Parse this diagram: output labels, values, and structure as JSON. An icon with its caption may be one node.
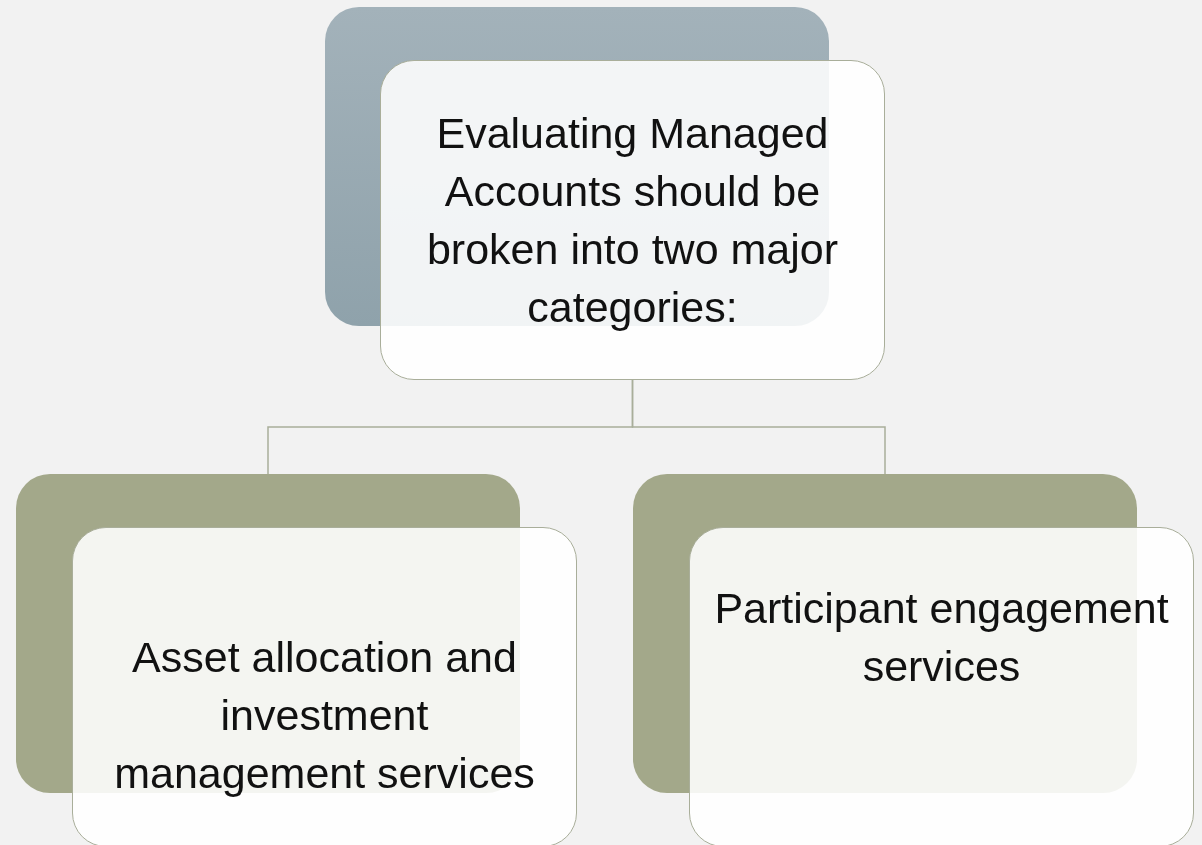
{
  "diagram": {
    "nodes": [
      {
        "text": [
          "Evaluating Managed Accounts should be broken into two major categories:"
        ]
      },
      {
        "text": [
          "Asset allocation and investment management services"
        ]
      },
      {
        "text": [
          "Participant engagement services"
        ]
      }
    ],
    "edges": [
      {
        "from": 0,
        "to": 1,
        "arrow": "none"
      },
      {
        "from": 0,
        "to": 2,
        "arrow": "none"
      }
    ]
  }
}
